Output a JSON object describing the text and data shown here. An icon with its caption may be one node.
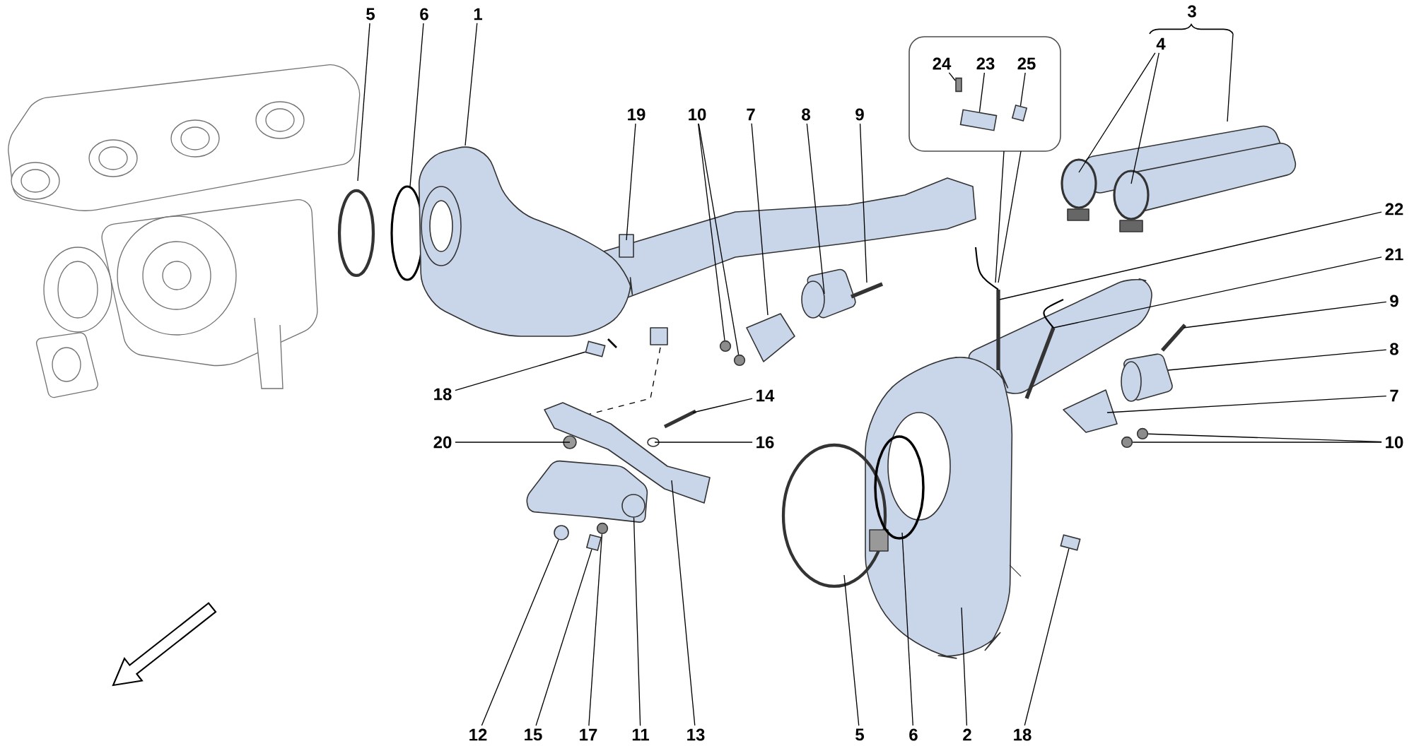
{
  "diagram": {
    "nodes": [
      {
        "text": [
          "5"
        ]
      },
      {
        "text": [
          "6"
        ]
      },
      {
        "text": [
          "1"
        ]
      },
      {
        "text": [
          "24"
        ]
      },
      {
        "text": [
          "23"
        ]
      },
      {
        "text": [
          "25"
        ]
      },
      {
        "text": [
          "4"
        ]
      },
      {
        "text": [
          "19"
        ]
      },
      {
        "text": [
          "10"
        ]
      },
      {
        "text": [
          "7"
        ]
      },
      {
        "text": [
          "8"
        ]
      },
      {
        "text": [
          "9"
        ]
      },
      {
        "text": [
          "22"
        ]
      },
      {
        "text": [
          "21"
        ]
      },
      {
        "text": [
          "9"
        ]
      },
      {
        "text": [
          "8"
        ]
      },
      {
        "text": [
          "18"
        ]
      },
      {
        "text": [
          "14"
        ]
      },
      {
        "text": [
          "7"
        ]
      },
      {
        "text": [
          "20"
        ]
      },
      {
        "text": [
          "16"
        ]
      },
      {
        "text": [
          "10"
        ]
      },
      {
        "text": [
          "12"
        ]
      },
      {
        "text": [
          "15"
        ]
      },
      {
        "text": [
          "17"
        ]
      },
      {
        "text": [
          "11"
        ]
      },
      {
        "text": [
          "13"
        ]
      },
      {
        "text": [
          "5"
        ]
      },
      {
        "text": [
          "6"
        ]
      },
      {
        "text": [
          "2"
        ]
      },
      {
        "text": [
          "18"
        ]
      },
      {
        "text": [],
        "shape": "circle"
      },
      {
        "text": [],
        "shape": "circle"
      },
      {
        "text": [],
        "shape": "box"
      },
      {
        "text": [],
        "shape": "circle"
      },
      {
        "text": [],
        "shape": "circle"
      },
      {
        "text": [],
        "shape": "box"
      },
      {
        "text": [],
        "shape": "circle"
      },
      {
        "text": [],
        "shape": "box"
      },
      {
        "text": [],
        "shape": "circle"
      },
      {
        "text": [],
        "shape": "bar"
      },
      {
        "text": [],
        "shape": "box"
      },
      {
        "text": [],
        "shape": "box"
      }
    ],
    "edges": [
      {
        "from": 0,
        "to": null,
        "arrow": "none"
      },
      {
        "from": 1,
        "to": null,
        "arrow": "none"
      },
      {
        "from": 2,
        "to": null,
        "arrow": "none"
      },
      {
        "from": 3,
        "to": 40,
        "arrow": "none"
      },
      {
        "from": 4,
        "to": 41,
        "arrow": "none"
      },
      {
        "from": 5,
        "to": 42,
        "arrow": "none"
      },
      {
        "from": 6,
        "to": null,
        "arrow": "none"
      },
      {
        "from": 6,
        "to": null,
        "arrow": "none"
      },
      {
        "from": 7,
        "to": null,
        "arrow": "none"
      },
      {
        "from": 8,
        "to": 31,
        "arrow": "none"
      },
      {
        "from": 8,
        "to": 32,
        "arrow": "none"
      },
      {
        "from": 9,
        "to": null,
        "arrow": "none"
      },
      {
        "from": 10,
        "to": null,
        "arrow": "none"
      },
      {
        "from": 11,
        "to": null,
        "arrow": "none"
      },
      {
        "from": 12,
        "to": null,
        "arrow": "none"
      },
      {
        "from": 13,
        "to": null,
        "arrow": "none"
      },
      {
        "from": 14,
        "to": null,
        "arrow": "none"
      },
      {
        "from": 15,
        "to": null,
        "arrow": "none"
      },
      {
        "from": 16,
        "to": 33,
        "arrow": "none"
      },
      {
        "from": 17,
        "to": null,
        "arrow": "none"
      },
      {
        "from": 18,
        "to": null,
        "arrow": "none"
      },
      {
        "from": 19,
        "to": null,
        "arrow": "none"
      },
      {
        "from": 20,
        "to": null,
        "arrow": "none"
      },
      {
        "from": 21,
        "to": 34,
        "arrow": "none"
      },
      {
        "from": 21,
        "to": 35,
        "arrow": "none"
      },
      {
        "from": 22,
        "to": null,
        "arrow": "none"
      },
      {
        "from": 23,
        "to": 36,
        "arrow": "none"
      },
      {
        "from": 24,
        "to": 37,
        "arrow": "none"
      },
      {
        "from": 25,
        "to": 39,
        "arrow": "none"
      },
      {
        "from": 26,
        "to": null,
        "arrow": "none"
      },
      {
        "from": 27,
        "to": null,
        "arrow": "none"
      },
      {
        "from": 28,
        "to": null,
        "arrow": "none"
      },
      {
        "from": 29,
        "to": null,
        "arrow": "none"
      },
      {
        "from": 30,
        "to": 38,
        "arrow": "none"
      }
    ],
    "labels": [
      "3"
    ]
  }
}
